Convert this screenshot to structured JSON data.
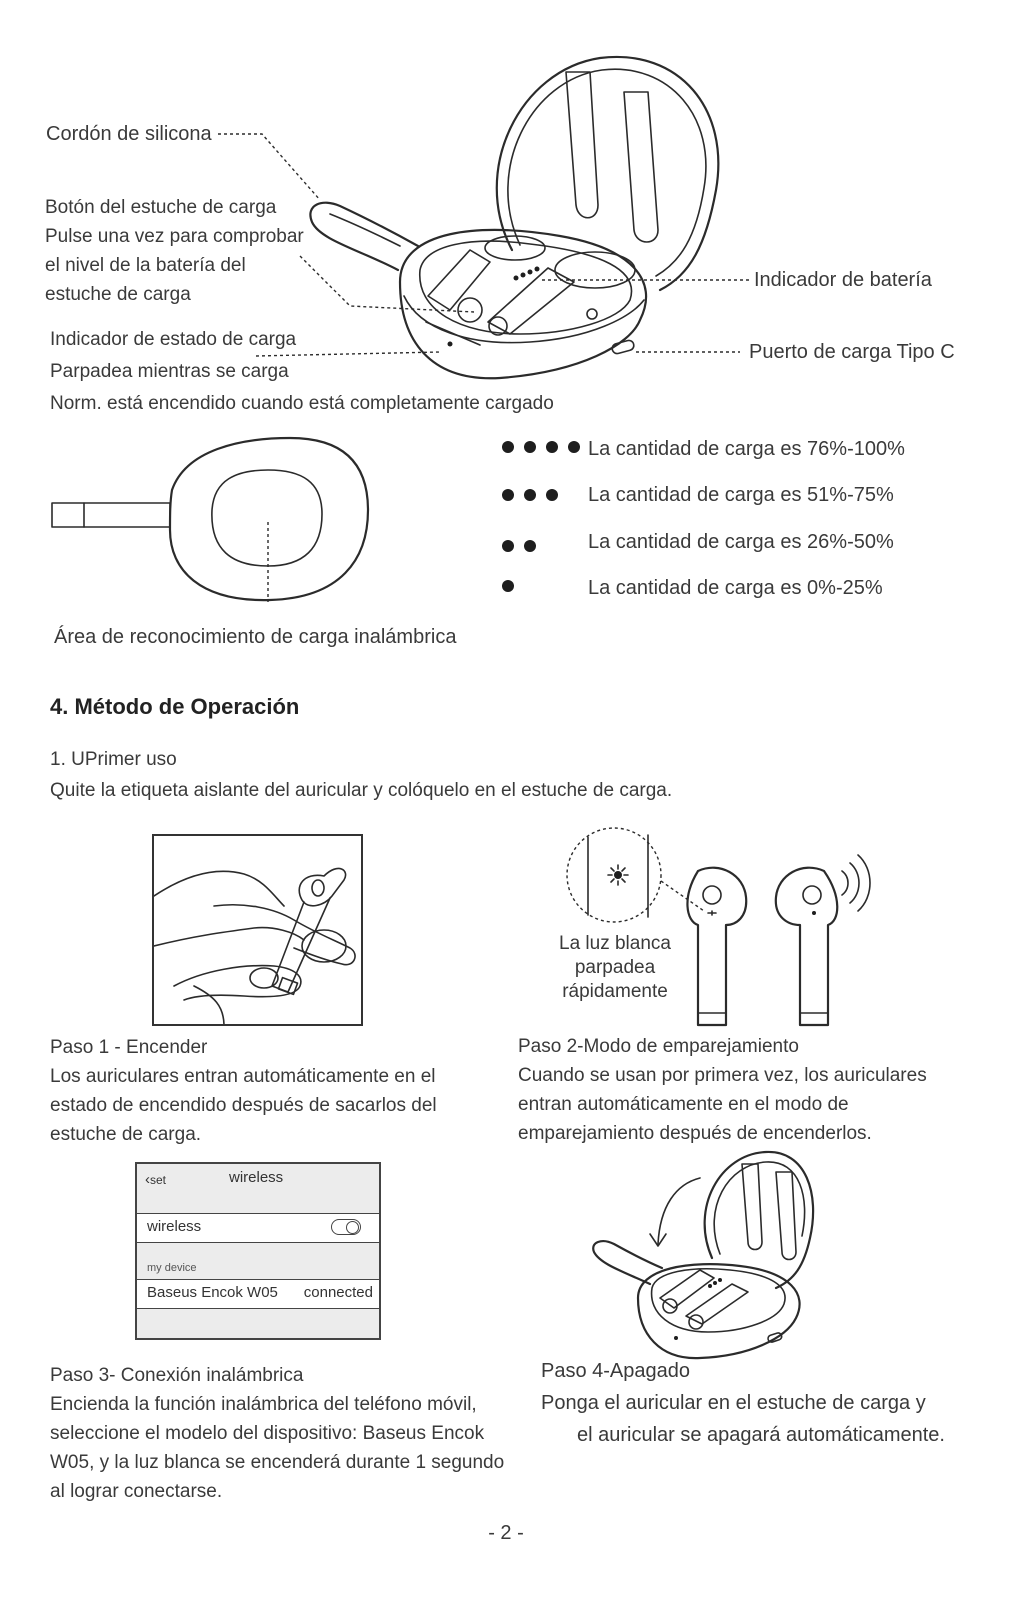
{
  "callouts": {
    "silicone_cord": "Cordón de silicona",
    "case_button": [
      "Botón del estuche de carga",
      "Pulse una vez para comprobar",
      "el nivel de la batería del",
      "estuche de carga"
    ],
    "status_indicator": [
      "Indicador de estado de carga",
      "Parpadea mientras se carga",
      "Norm. está encendido cuando está completamente cargado"
    ],
    "battery_indicator": "Indicador de batería",
    "type_c_port": "Puerto de carga Tipo C",
    "wireless_area": "Área de reconocimiento de carga inalámbrica"
  },
  "battery_levels": [
    {
      "dots": 4,
      "label": "La cantidad de carga es 76%-100%"
    },
    {
      "dots": 3,
      "label": "La cantidad de carga es 51%-75%"
    },
    {
      "dots": 2,
      "label": "La cantidad de carga es 26%-50%"
    },
    {
      "dots": 1,
      "label": "La cantidad de carga es 0%-25%"
    }
  ],
  "section": {
    "title": "4. Método de Operación",
    "first_use_title": "1. UPrimer uso",
    "first_use_text": "Quite la etiqueta aislante del auricular y colóquelo en el estuche de carga."
  },
  "step1": {
    "title": "Paso 1 - Encender",
    "lines": [
      "Los auriculares entran automáticamente en el",
      "estado de encendido después de sacarlos del",
      "estuche de carga."
    ]
  },
  "step2": {
    "caption": [
      "La luz blanca",
      "parpadea",
      "rápidamente"
    ],
    "title": "Paso 2-Modo de emparejamiento",
    "lines": [
      "Cuando se usan por primera vez, los auriculares",
      "entran automáticamente en el modo de",
      "emparejamiento después de encenderlos."
    ]
  },
  "phone": {
    "back_label": "set",
    "header_title": "wireless",
    "wireless_row": "wireless",
    "section_label": "my device",
    "device_name": "Baseus Encok W05",
    "device_status": "connected"
  },
  "step3": {
    "title": "Paso 3- Conexión inalámbrica",
    "lines": [
      "Encienda la función inalámbrica del teléfono móvil,",
      "seleccione el modelo del dispositivo: Baseus Encok",
      "W05, y la luz blanca se encenderá durante 1 segundo",
      "al lograr conectarse."
    ]
  },
  "step4": {
    "title": "Paso 4-Apagado",
    "lines": [
      "Ponga el auricular en el estuche de carga y",
      "el auricular se apagará automáticamente."
    ]
  },
  "page_number": "- 2 -"
}
